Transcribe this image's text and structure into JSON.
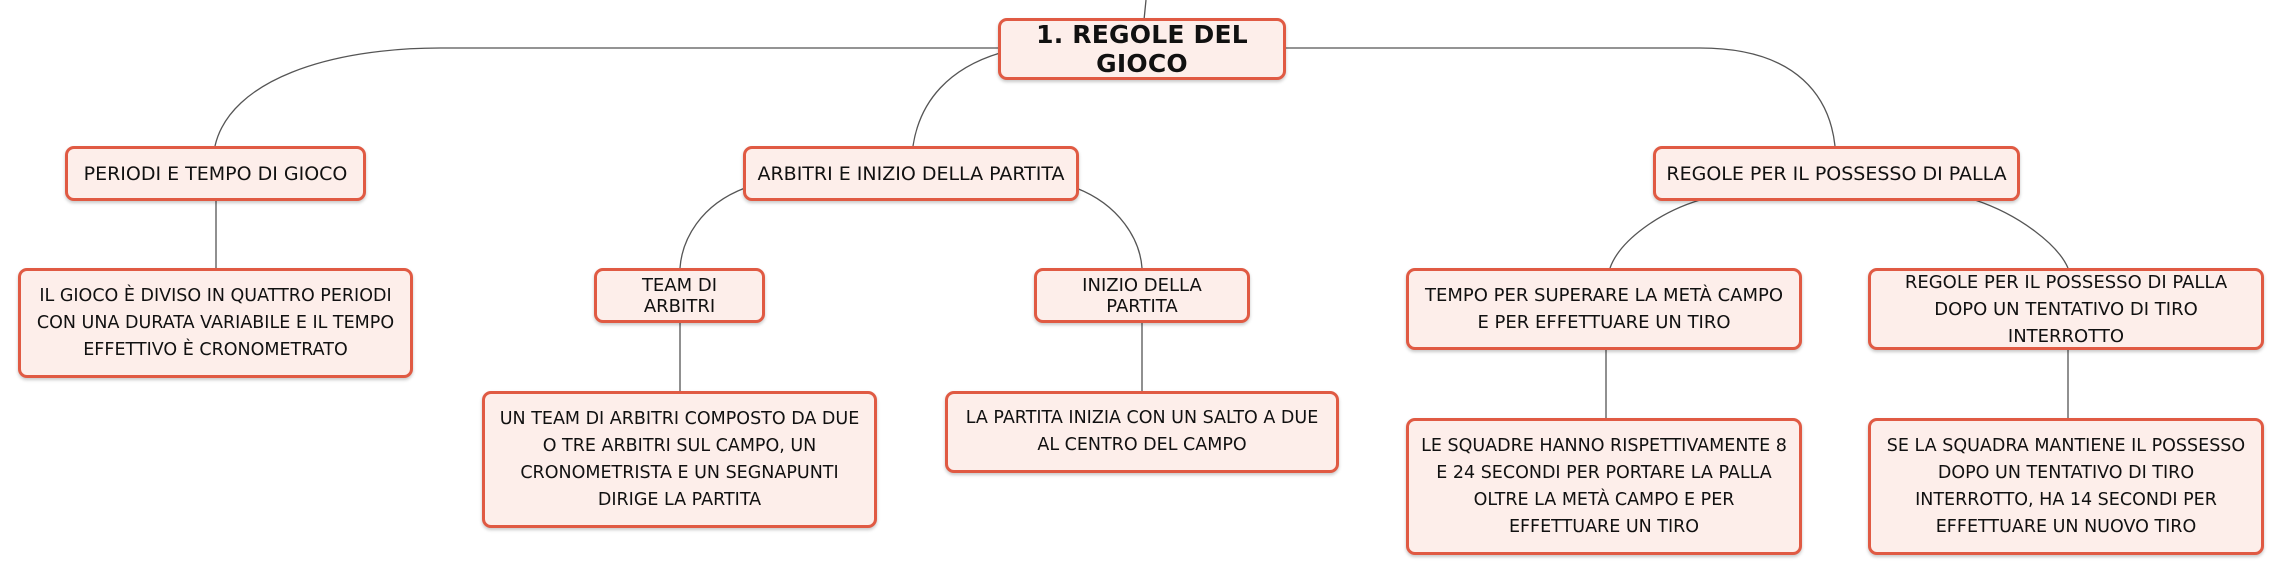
{
  "colors": {
    "node_fill": "#fdeeea",
    "node_border": "#e05a43",
    "link": "#555555"
  },
  "root": {
    "label": "1. REGOLE DEL GIOCO"
  },
  "branches": {
    "periodi": {
      "label": "PERIODI E TEMPO DI GIOCO",
      "detail": "IL GIOCO È DIVISO IN QUATTRO PERIODI CON UNA DURATA VARIABILE E IL TEMPO EFFETTIVO È CRONOMETRATO"
    },
    "arbitri": {
      "label": "ARBITRI E INIZIO DELLA PARTITA",
      "children": {
        "team": {
          "label": "TEAM DI ARBITRI",
          "detail": "UN TEAM DI ARBITRI COMPOSTO DA DUE O TRE ARBITRI SUL CAMPO, UN CRONOMETRISTA E UN SEGNAPUNTI DIRIGE LA PARTITA"
        },
        "inizio": {
          "label": "INIZIO DELLA PARTITA",
          "detail": "LA PARTITA INIZIA CON UN SALTO A DUE AL CENTRO DEL CAMPO"
        }
      }
    },
    "possesso": {
      "label": "REGOLE PER IL POSSESSO DI PALLA",
      "children": {
        "tempo": {
          "label": "TEMPO PER SUPERARE LA METÀ CAMPO E PER EFFETTUARE UN TIRO",
          "detail": "LE SQUADRE HANNO RISPETTIVAMENTE 8 E 24 SECONDI PER PORTARE LA PALLA OLTRE LA METÀ CAMPO E PER EFFETTUARE UN TIRO"
        },
        "interrotto": {
          "label": "REGOLE PER IL POSSESSO DI PALLA DOPO UN TENTATIVO DI TIRO INTERROTTO",
          "detail": "SE LA SQUADRA MANTIENE IL POSSESSO DOPO UN TENTATIVO DI TIRO INTERROTTO, HA 14 SECONDI PER EFFETTUARE UN NUOVO TIRO"
        }
      }
    }
  }
}
